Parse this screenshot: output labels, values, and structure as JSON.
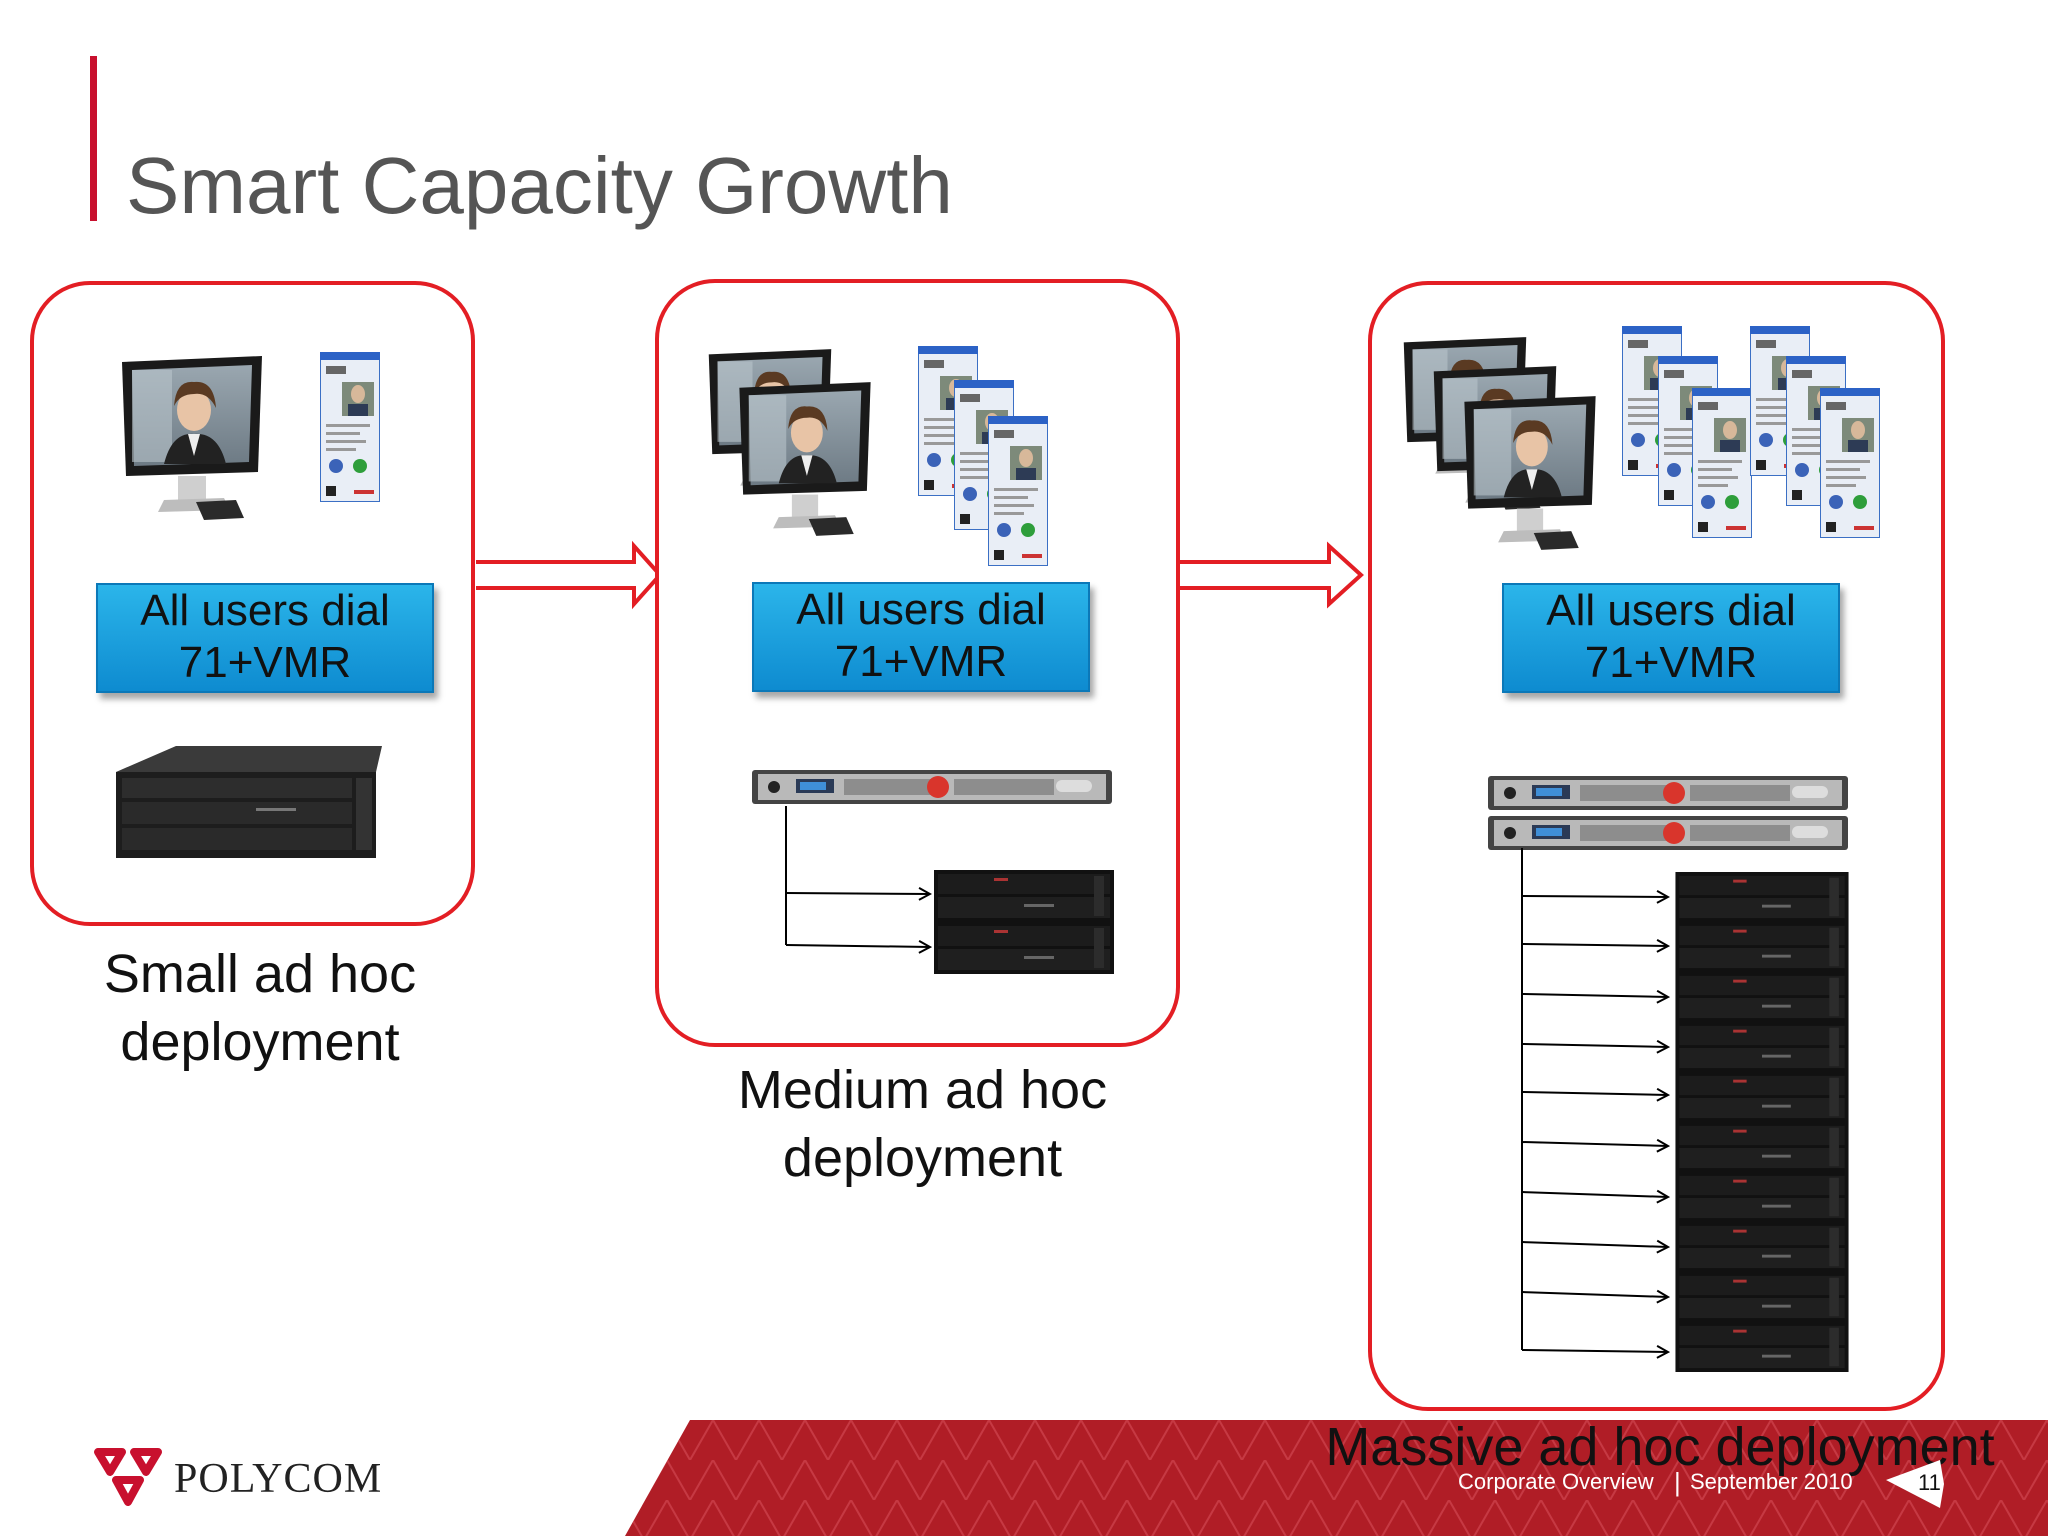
{
  "slide": {
    "title": "Smart Capacity Growth"
  },
  "panels": [
    {
      "dial_line1": "All users dial",
      "dial_line2": "71+VMR",
      "caption_line1": "Small ad hoc",
      "caption_line2": "deployment"
    },
    {
      "dial_line1": "All users dial",
      "dial_line2": "71+VMR",
      "caption_line1": "Medium ad hoc",
      "caption_line2": "deployment"
    },
    {
      "dial_line1": "All users dial",
      "dial_line2": "71+VMR",
      "caption": "Massive ad hoc deployment"
    }
  ],
  "footer": {
    "logo_text": "POLYCOM",
    "section": "Corporate Overview",
    "separator": "|",
    "date": "September 2010",
    "page_number": "11"
  },
  "colors": {
    "accent": "#e31e24",
    "dial_box": "#1aa3e0",
    "footer_band": "#b01d26"
  }
}
